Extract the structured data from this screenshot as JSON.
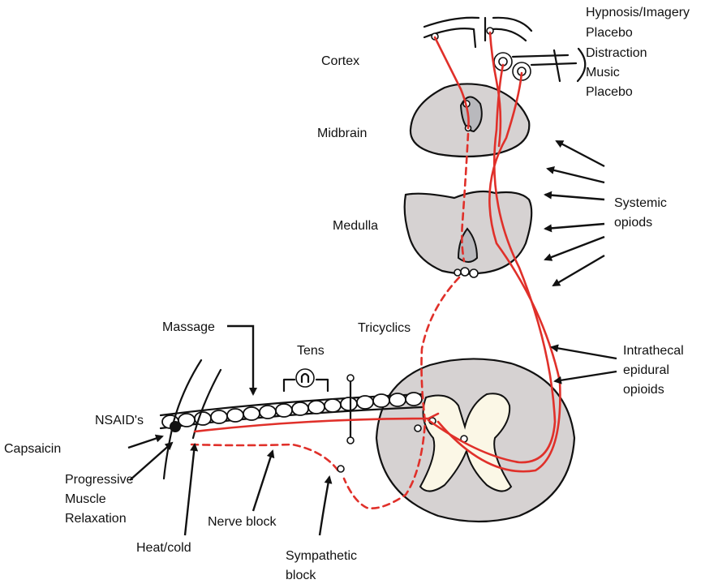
{
  "labels": {
    "cortex": "Cortex",
    "midbrain": "Midbrain",
    "medulla": "Medulla",
    "hypnosis": "Hypnosis/Imagery",
    "placebo1": "Placebo",
    "distraction": "Distraction",
    "music": "Music",
    "placebo2": "Placebo",
    "systemic1": "Systemic",
    "systemic2": "opiods",
    "intrathecal1": "Intrathecal",
    "intrathecal2": "epidural",
    "intrathecal3": "opioids",
    "tricyclics": "Tricyclics",
    "massage": "Massage",
    "tens": "Tens",
    "nsaids": "NSAID's",
    "capsaicin": "Capsaicin",
    "pmr1": "Progressive",
    "pmr2": "Muscle",
    "pmr3": "Relaxation",
    "heatcold": "Heat/cold",
    "nerveblock": "Nerve block",
    "sympathetic1": "Sympathetic",
    "sympathetic2": "block"
  },
  "colors": {
    "pathway": "#e0302a",
    "tissue": "#d6d2d2",
    "grey_matter": "#fbf7e6",
    "ventricle": "#b9b9bd",
    "ink": "#111111"
  }
}
